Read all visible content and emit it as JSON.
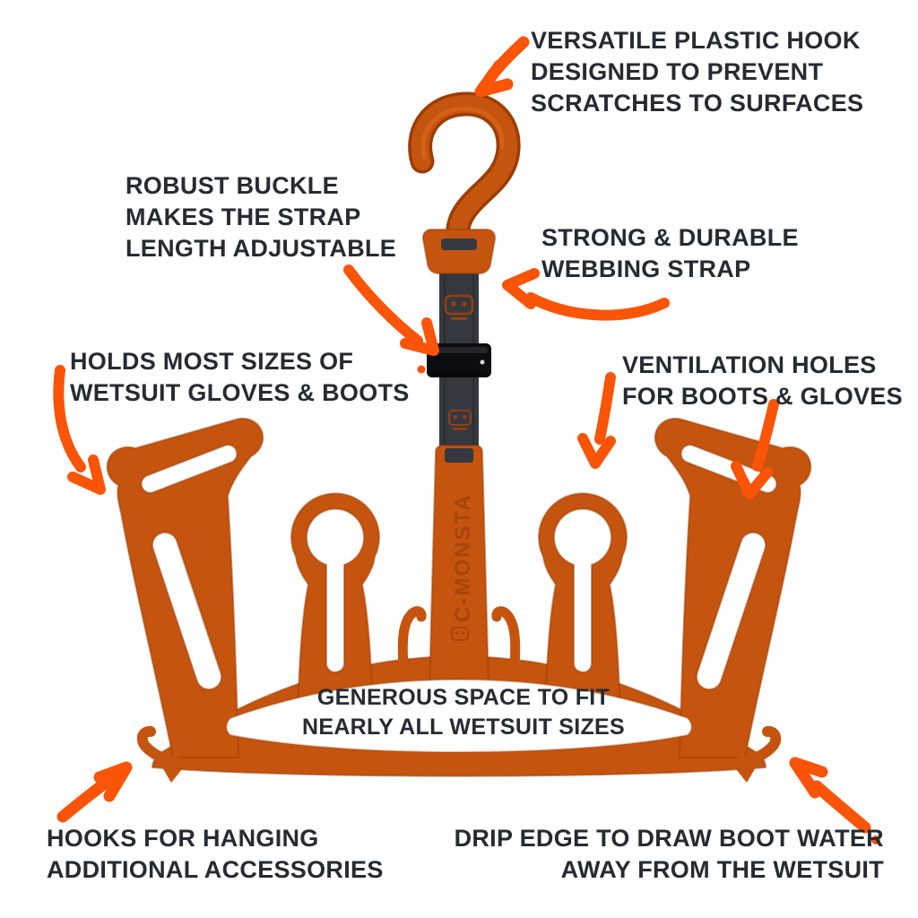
{
  "brand": {
    "embossed_text": "C-MONSTA"
  },
  "colors": {
    "hanger": "#c5540f",
    "hangerDark": "#9c3c06",
    "hangerLight": "#de6c1d",
    "arrow": "#f95408",
    "label": "#262b33",
    "strap": "#35383f",
    "strapDark": "#26282e",
    "buckle": "#0c0d10",
    "emboss": "#a2420a",
    "white": "#ffffff"
  },
  "annotations": {
    "hook": {
      "lines": [
        "VERSATILE PLASTIC HOOK",
        "DESIGNED TO PREVENT",
        "SCRATCHES TO SURFACES"
      ]
    },
    "buckle": {
      "lines": [
        "ROBUST BUCKLE",
        "MAKES THE STRAP",
        "LENGTH ADJUSTABLE"
      ]
    },
    "strap": {
      "lines": [
        "STRONG & DURABLE",
        "WEBBING STRAP"
      ]
    },
    "holds": {
      "lines": [
        "HOLDS MOST SIZES OF",
        "WETSUIT GLOVES & BOOTS"
      ]
    },
    "ventilation": {
      "lines": [
        "VENTILATION HOLES",
        "FOR BOOTS & GLOVES"
      ]
    },
    "space": {
      "lines": [
        "GENEROUS SPACE TO FIT",
        "NEARLY ALL WETSUIT SIZES"
      ]
    },
    "hooks": {
      "lines": [
        "HOOKS FOR HANGING",
        "ADDITIONAL ACCESSORIES"
      ]
    },
    "drip": {
      "lines": [
        "DRIP EDGE TO DRAW BOOT WATER",
        "AWAY FROM THE WETSUIT"
      ]
    }
  }
}
